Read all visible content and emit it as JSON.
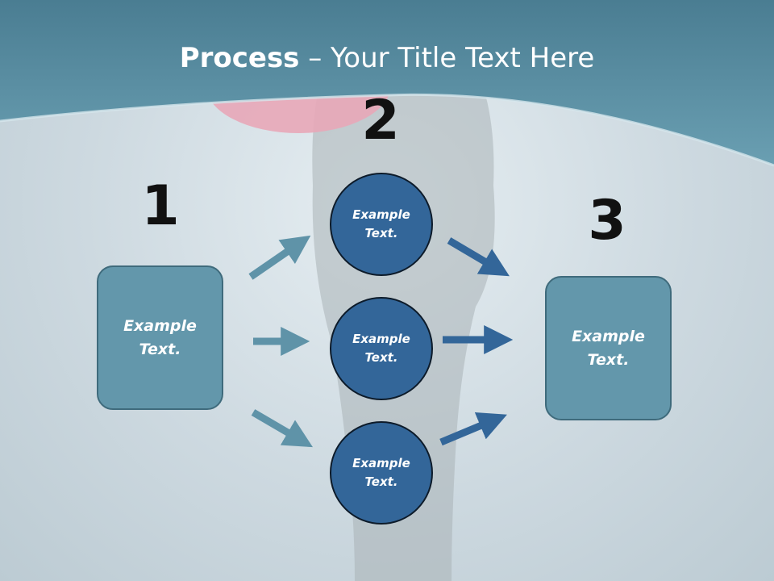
{
  "slide": {
    "title_bold": "Process",
    "title_rest": " – Your Title Text Here",
    "steps": {
      "one": "1",
      "two": "2",
      "three": "3"
    },
    "left_box": "Example\nText.",
    "right_box": "Example\nText.",
    "circles": [
      "Example\nText.",
      "Example\nText.",
      "Example\nText."
    ]
  },
  "colors": {
    "header": "#4f8aa0",
    "box_fill": "#6397ab",
    "circle_fill": "#336699",
    "arrow_left": "#5f93a8",
    "arrow_right": "#336699"
  }
}
